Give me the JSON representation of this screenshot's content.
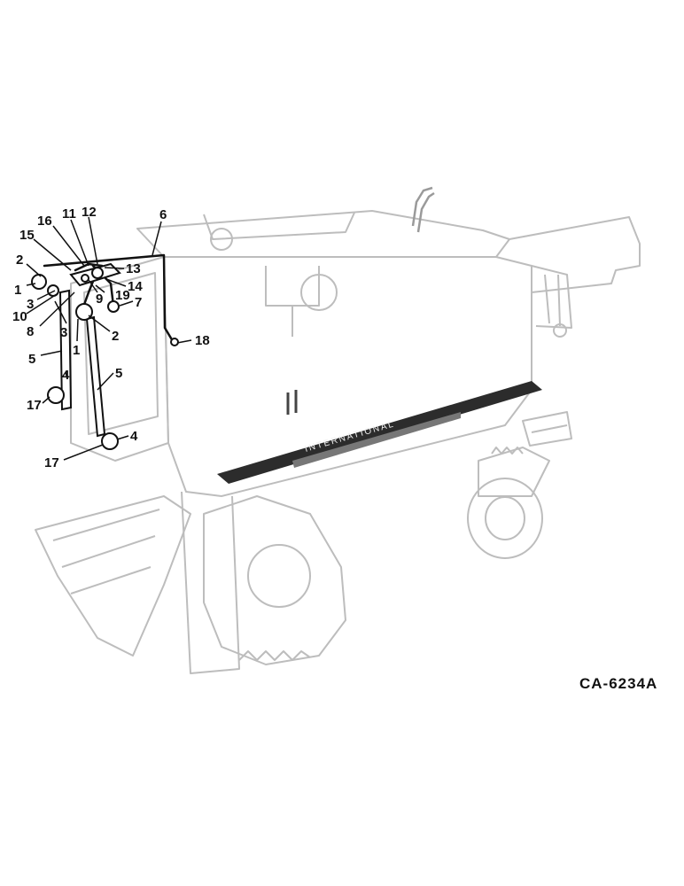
{
  "figure": {
    "reference_code": "CA-6234A",
    "decal_text": "INTERNATIONAL",
    "callouts": [
      {
        "id": "c16",
        "label": "16"
      },
      {
        "id": "c11",
        "label": "11"
      },
      {
        "id": "c12",
        "label": "12"
      },
      {
        "id": "c6",
        "label": "6"
      },
      {
        "id": "c15",
        "label": "15"
      },
      {
        "id": "c13",
        "label": "13"
      },
      {
        "id": "c2a",
        "label": "2"
      },
      {
        "id": "c9",
        "label": "9"
      },
      {
        "id": "c14",
        "label": "14"
      },
      {
        "id": "c19",
        "label": "19"
      },
      {
        "id": "c1a",
        "label": "1"
      },
      {
        "id": "c3a",
        "label": "3"
      },
      {
        "id": "c7",
        "label": "7"
      },
      {
        "id": "c10",
        "label": "10"
      },
      {
        "id": "c8",
        "label": "8"
      },
      {
        "id": "c3b",
        "label": "3"
      },
      {
        "id": "c2b",
        "label": "2"
      },
      {
        "id": "c18",
        "label": "18"
      },
      {
        "id": "c1b",
        "label": "1"
      },
      {
        "id": "c5a",
        "label": "5"
      },
      {
        "id": "c5b",
        "label": "5"
      },
      {
        "id": "c4a",
        "label": "4"
      },
      {
        "id": "c17a",
        "label": "17"
      },
      {
        "id": "c4b",
        "label": "4"
      },
      {
        "id": "c17b",
        "label": "17"
      }
    ]
  }
}
